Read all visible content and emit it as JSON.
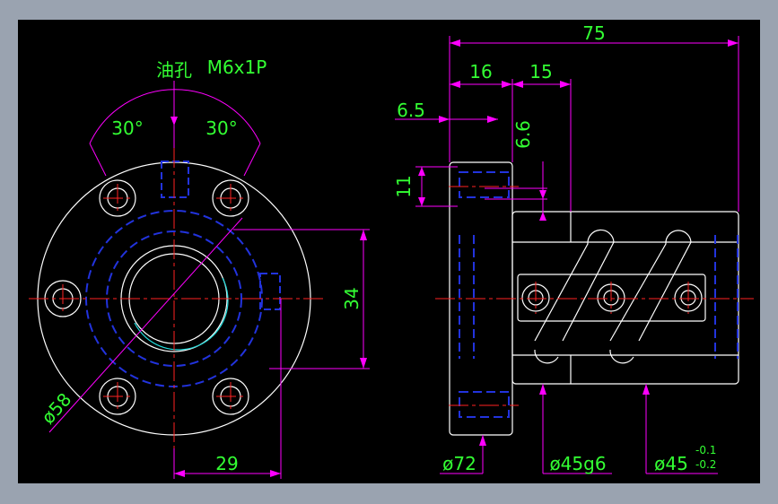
{
  "drawing": {
    "oil_hole_label": "油孔",
    "thread_label": "M6x1P",
    "angle_left": "30°",
    "angle_right": "30°",
    "dim_height": "34",
    "dim_pcd": "ø58",
    "dim_offset": "29",
    "dim_length_total": "75",
    "dim_flange_width": "16",
    "dim_oil_offset": "15",
    "dim_flange_step": "6.5",
    "dim_oil_depth": "6.6",
    "dim_hole_spacing": "11",
    "dim_flange_dia": "ø72",
    "dim_body_dia": "ø45g6",
    "dim_nut_dia": "ø45",
    "dim_tol_upper": "-0.1",
    "dim_tol_lower": "-0.2"
  },
  "colors": {
    "outline": "#ffffff",
    "hidden": "#2233dd",
    "center": "#ff2222",
    "dimension": "#ff00ff",
    "text": "#33ff33",
    "bore": "#22dddd"
  }
}
